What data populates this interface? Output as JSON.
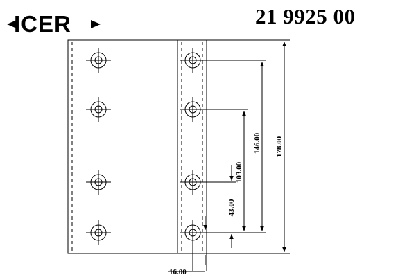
{
  "header": {
    "brand": "ICER",
    "part_number": "21 9925 00"
  },
  "dimensions": {
    "overall_height": "178.00",
    "outer_hole_span": "146.00",
    "inner_hole_span": "103.00",
    "edge_to_hole": "43.00",
    "hole_row_offset": "16.00"
  },
  "colors": {
    "line": "#000000",
    "background": "#ffffff"
  }
}
